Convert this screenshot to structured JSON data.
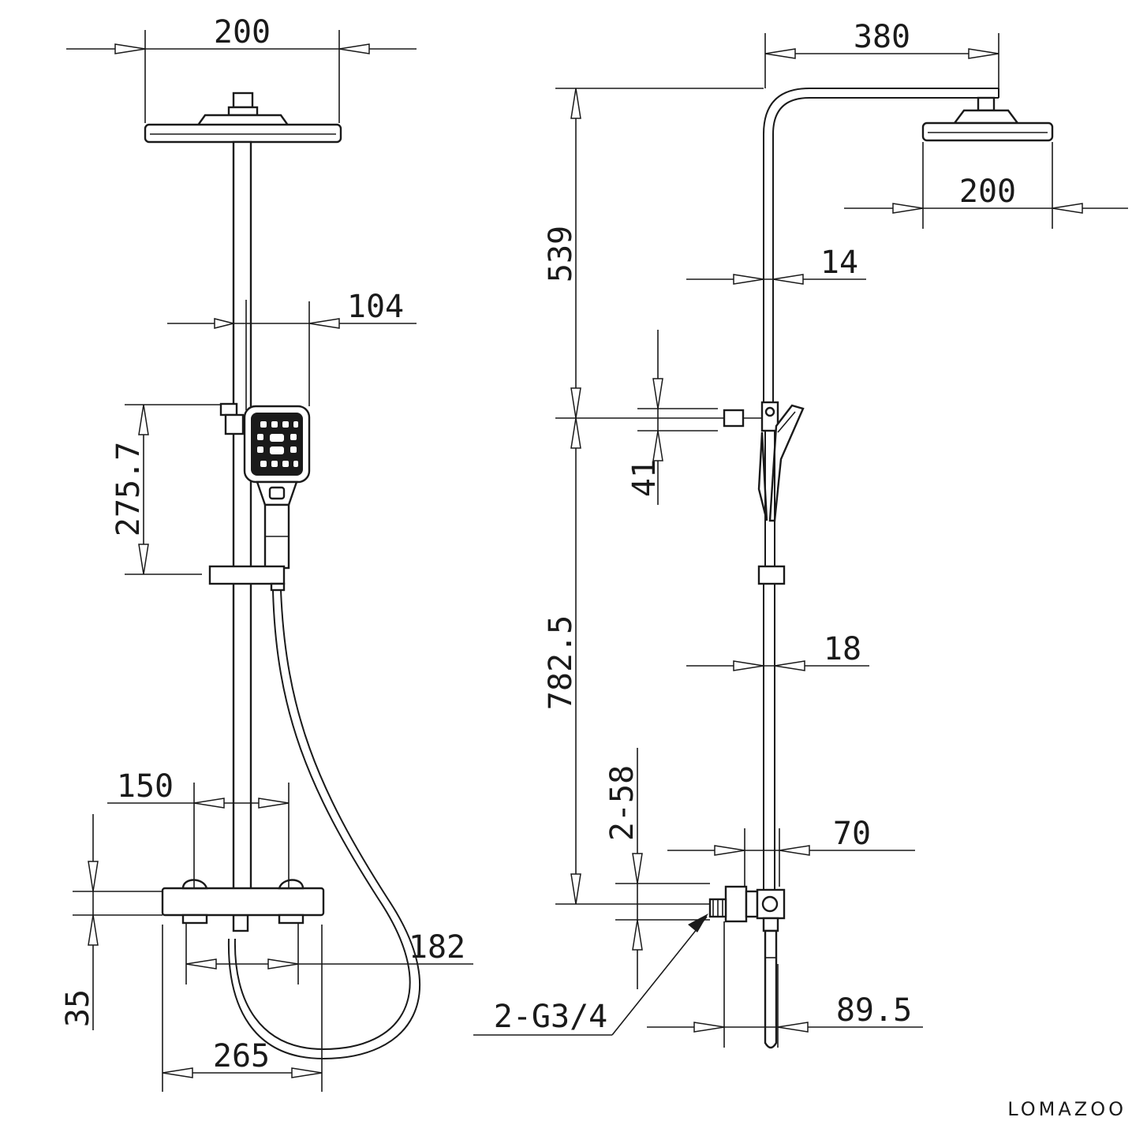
{
  "brand": "LOMAZOO",
  "front_view": {
    "shower_head_width": "200",
    "hand_shower_offset": "104",
    "hand_shower_height": "275.7",
    "valve_inlet_spacing": "150",
    "hose_reach": "182",
    "valve_width": "265",
    "valve_height": "35"
  },
  "side_view": {
    "arm_length": "380",
    "shower_head_width": "200",
    "upper_pipe_diameter": "14",
    "upper_height": "539",
    "holder_height": "41",
    "lower_pipe_diameter": "18",
    "lower_height": "782.5",
    "inlet_size": "2-58",
    "valve_depth": "70",
    "connection": "2-G3/4",
    "total_depth": "89.5"
  }
}
